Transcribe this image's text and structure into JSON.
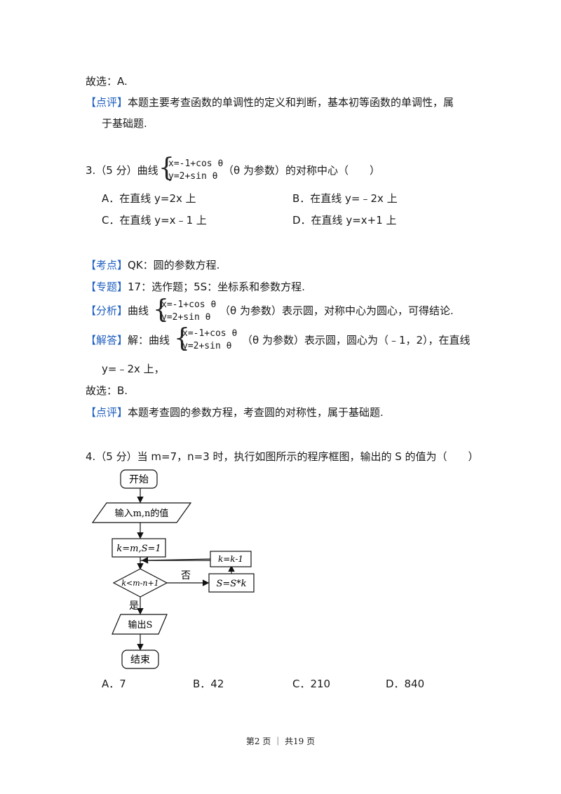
{
  "q2_tail": {
    "answer": "故选：A.",
    "comment_tag": "【点评】",
    "comment_l1": "本题主要考查函数的单调性的定义和判断，基本初等函数的单调性，属",
    "comment_l2": "于基础题."
  },
  "q3": {
    "stem_prefix": "3.（5 分）曲线",
    "sys_line1": "x=-1+cos θ",
    "sys_line2": "y=2+sin θ",
    "stem_suffix": "（θ 为参数）的对称中心（　　）",
    "opt_a": "A．在直线 y=2x 上",
    "opt_b": "B．在直线 y=﹣2x 上",
    "opt_c": "C．在直线 y=x﹣1 上",
    "opt_d": "D．在直线 y=x+1 上",
    "kaodian_tag": "【考点】",
    "kaodian": "QK：圆的参数方程.",
    "zhuanti_tag": "【专题】",
    "zhuanti": "17：选作题；5S：坐标系和参数方程.",
    "fenxi_tag": "【分析】",
    "fenxi_prefix": "曲线",
    "fenxi_suffix": "（θ 为参数）表示圆，对称中心为圆心，可得结论.",
    "jieda_tag": "【解答】",
    "jieda_prefix": "解：曲线",
    "jieda_suffix": "（θ 为参数）表示圆，圆心为（﹣1，2），在直线",
    "jieda_l2": "y=﹣2x 上，",
    "answer": "故选：B.",
    "comment_tag": "【点评】",
    "comment": "本题考查圆的参数方程，考查圆的对称性，属于基础题."
  },
  "q4": {
    "stem": "4.（5 分）当 m=7，n=3 时，执行如图所示的程序框图，输出的 S 的值为（　　）",
    "flowchart": {
      "start": "开始",
      "input": "输入m,n的值",
      "init": "k=m,S=1",
      "cond": "k<m-n+1",
      "no": "否",
      "yes": "是",
      "mult": "S=S*k",
      "dec": "k=k-1",
      "output": "输出S",
      "end": "结束"
    },
    "opt_a": "A．7",
    "opt_b": "B．42",
    "opt_c": "C．210",
    "opt_d": "D．840"
  },
  "footer": "第2 页 ｜ 共19 页"
}
